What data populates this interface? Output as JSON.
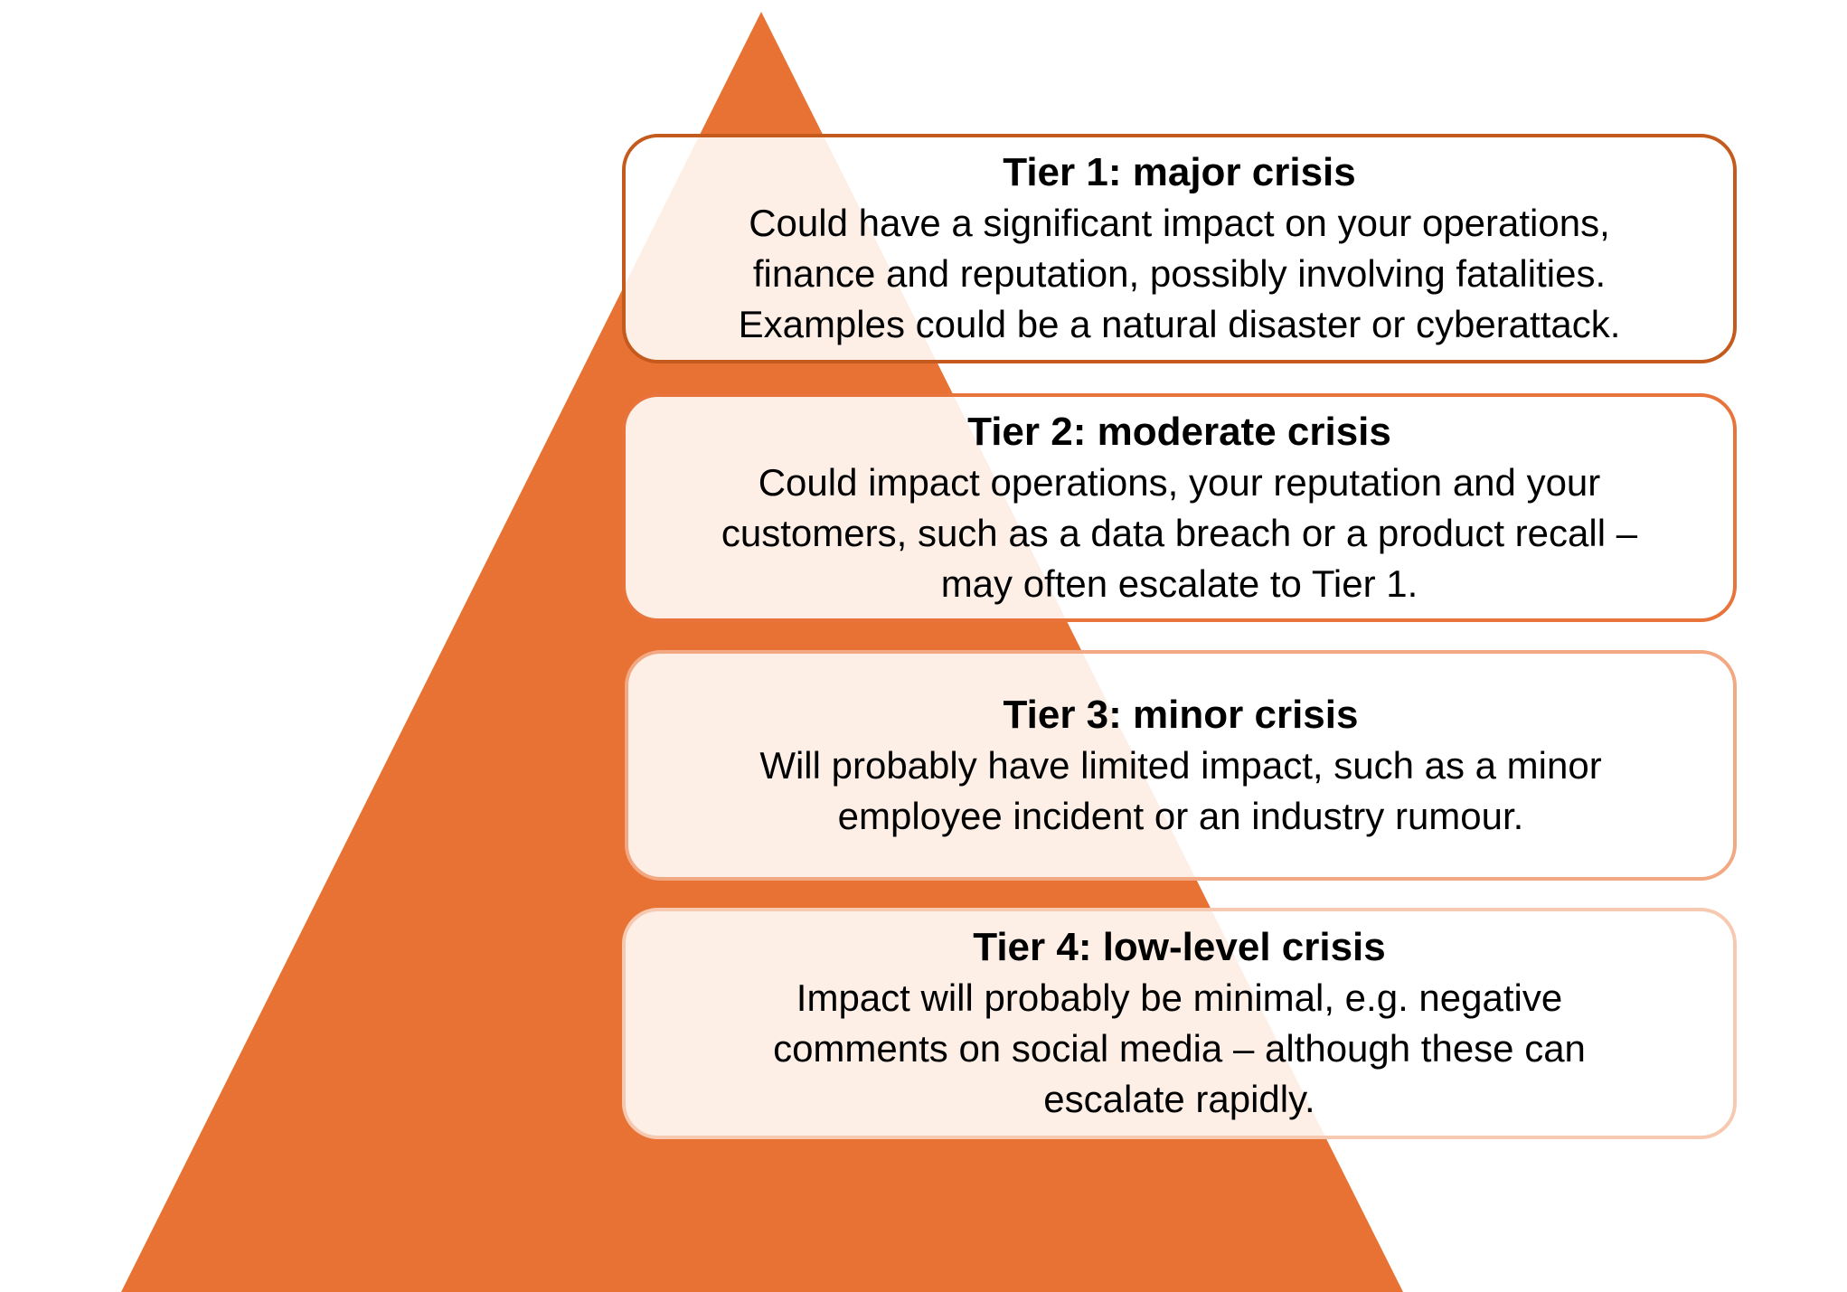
{
  "colors": {
    "pyramid": "#e87134",
    "tier_borders": [
      "#c55a1e",
      "#e8743b",
      "#f2a882",
      "#f7c9b1"
    ]
  },
  "tiers": [
    {
      "title": "Tier 1: major crisis",
      "lines": [
        "Could have a significant impact on your operations,",
        "finance and reputation, possibly involving fatalities.",
        "Examples could be a natural disaster or cyberattack."
      ]
    },
    {
      "title": "Tier 2: moderate crisis",
      "lines": [
        "Could impact operations, your reputation and your",
        "customers, such as a data breach or a product recall –",
        "may often escalate to Tier 1."
      ]
    },
    {
      "title": "Tier 3: minor crisis",
      "lines": [
        "Will probably have limited impact, such as a minor",
        "employee incident or an industry rumour."
      ]
    },
    {
      "title": "Tier 4: low-level crisis",
      "lines": [
        "Impact will probably be minimal, e.g. negative",
        "comments on social media – although these can",
        "escalate rapidly."
      ]
    }
  ]
}
